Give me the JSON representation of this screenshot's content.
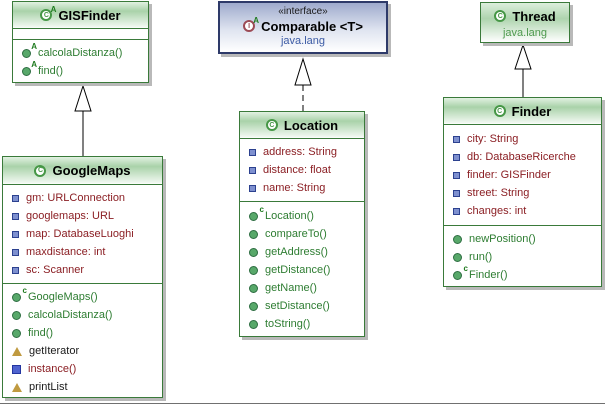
{
  "colors": {
    "class_border": "#3a7a3a",
    "class_header_green": "#a9d2a9",
    "interface_border": "#2e3a69",
    "interface_header_blue": "#9fabcd",
    "field_text": "#8b1f24",
    "method_text": "#2e7d32",
    "package_text_green": "#4e9a4e",
    "package_text_blue": "#3c5ba5",
    "shadow": "#b9b9b9"
  },
  "diagram": {
    "gisfinder": {
      "kind": "abstract class",
      "title": "GISFinder",
      "methods": [
        {
          "icon": "abstract-method-icon",
          "label": "calcolaDistanza()"
        },
        {
          "icon": "abstract-method-icon",
          "label": "find()"
        }
      ]
    },
    "comparable": {
      "kind": "interface",
      "stereotype": "«interface»",
      "title": "Comparable <T>",
      "package": "java.lang"
    },
    "thread": {
      "kind": "class",
      "title": "Thread",
      "package": "java.lang"
    },
    "googlemaps": {
      "kind": "class",
      "title": "GoogleMaps",
      "fields": [
        "gm: URLConnection",
        "googlemaps: URL",
        "map: DatabaseLuoghi",
        "maxdistance: int",
        "sc: Scanner"
      ],
      "methods": [
        {
          "icon": "constructor-icon",
          "label": "GoogleMaps()"
        },
        {
          "icon": "method-icon",
          "label": "calcolaDistanza()"
        },
        {
          "icon": "method-icon",
          "label": "find()"
        },
        {
          "icon": "triangle-icon",
          "label": "getIterator"
        },
        {
          "icon": "static-member-icon",
          "label": "instance()"
        },
        {
          "icon": "triangle-icon",
          "label": "printList"
        }
      ]
    },
    "location": {
      "kind": "class",
      "title": "Location",
      "fields": [
        "address: String",
        "distance: float",
        "name: String"
      ],
      "methods": [
        {
          "icon": "constructor-icon",
          "label": "Location()"
        },
        {
          "icon": "method-icon",
          "label": "compareTo()"
        },
        {
          "icon": "method-icon",
          "label": "getAddress()"
        },
        {
          "icon": "method-icon",
          "label": "getDistance()"
        },
        {
          "icon": "method-icon",
          "label": "getName()"
        },
        {
          "icon": "method-icon",
          "label": "setDistance()"
        },
        {
          "icon": "method-icon",
          "label": "toString()"
        }
      ]
    },
    "finder": {
      "kind": "class",
      "title": "Finder",
      "fields": [
        "city: String",
        "db: DatabaseRicerche",
        "finder: GISFinder",
        "street: String",
        "changes: int"
      ],
      "methods": [
        {
          "icon": "method-icon",
          "label": "newPosition()"
        },
        {
          "icon": "method-icon",
          "label": "run()"
        },
        {
          "icon": "constructor-icon",
          "label": "Finder()"
        }
      ]
    },
    "relations": [
      {
        "from": "GoogleMaps",
        "to": "GISFinder",
        "type": "extends",
        "line": "solid"
      },
      {
        "from": "Location",
        "to": "Comparable",
        "type": "implements",
        "line": "dashed"
      },
      {
        "from": "Finder",
        "to": "Thread",
        "type": "extends",
        "line": "solid"
      }
    ]
  }
}
